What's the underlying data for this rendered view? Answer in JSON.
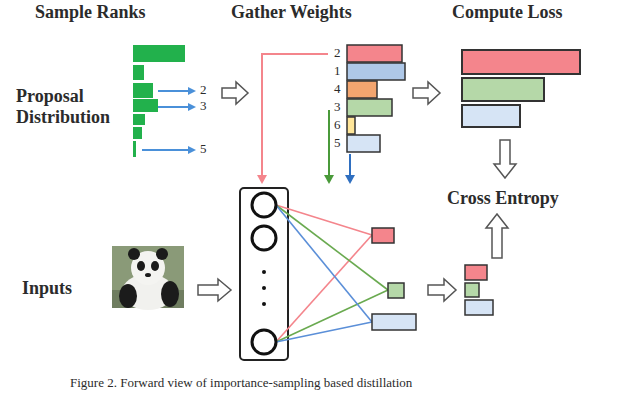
{
  "diagram": {
    "caption": "Figure 2. Forward view of importance-sampling based distillation",
    "labels": [
      "Sample Ranks",
      "Gather Weights",
      "Compute Loss",
      "Proposal Distribution",
      "2",
      "3",
      "5",
      "2",
      "1",
      "4",
      "3",
      "6",
      "5",
      "Cross Entropy",
      "Inputs"
    ]
  }
}
